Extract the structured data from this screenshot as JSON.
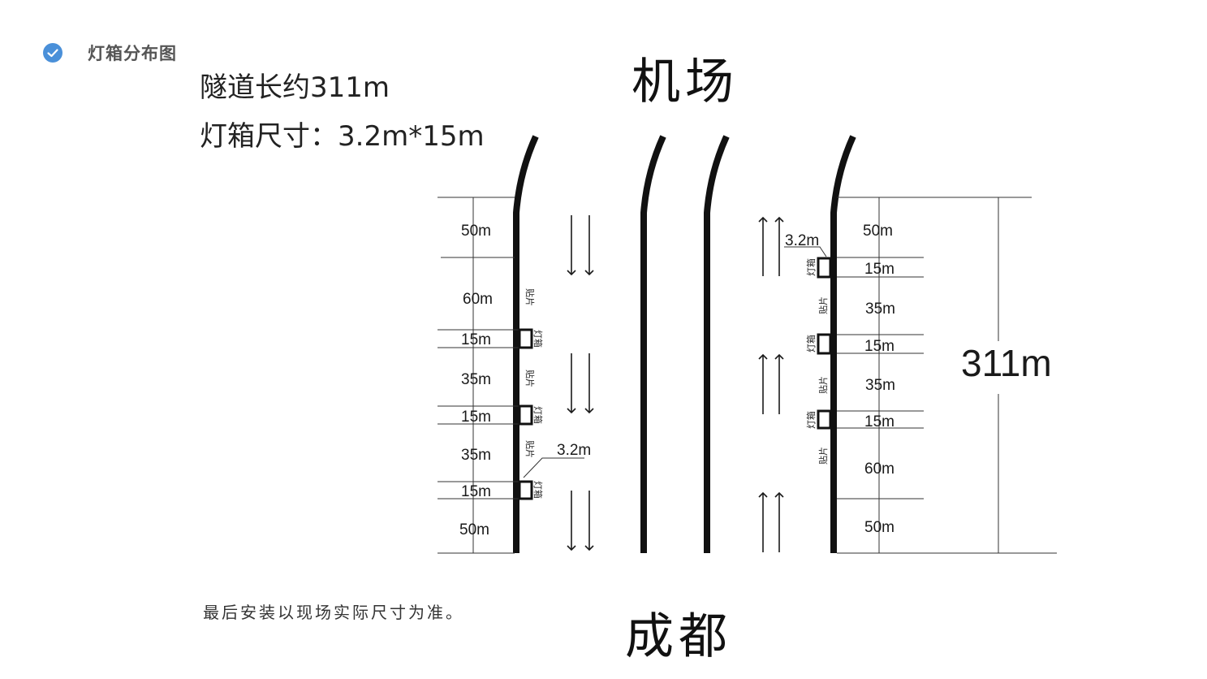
{
  "header": {
    "title": "灯箱分布图",
    "icon": "check-circle-icon",
    "icon_color": "#4a90d9"
  },
  "info": {
    "tunnel_length": "隧道长约311m",
    "box_size": "灯箱尺寸：3.2m*15m"
  },
  "destinations": {
    "top": "机场",
    "bottom": "成都"
  },
  "note": "最后安装以现场实际尺寸为准。",
  "labels": {
    "box": "灯箱",
    "sticker": "贴片",
    "width": "3.2m",
    "total": "311m"
  },
  "left_segments": [
    "50m",
    "60m",
    "15m",
    "35m",
    "15m",
    "35m",
    "15m",
    "50m"
  ],
  "right_segments": [
    "50m",
    "15m",
    "35m",
    "15m",
    "35m",
    "15m",
    "60m",
    "50m"
  ]
}
